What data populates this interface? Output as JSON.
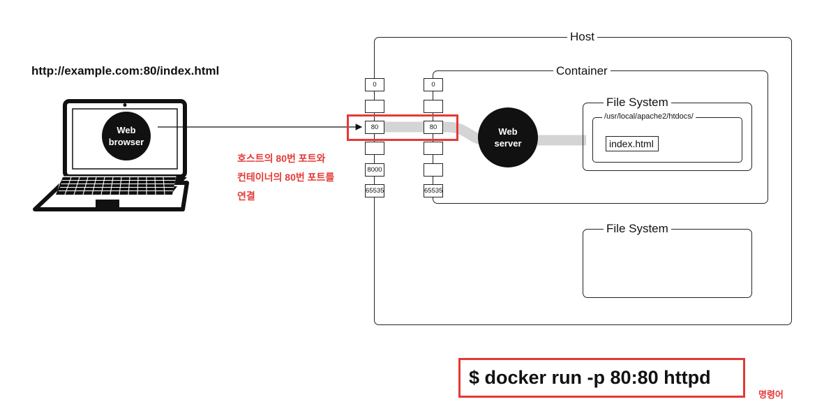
{
  "url_text": "http://example.com:80/index.html",
  "laptop": {
    "circle_label": "Web browser"
  },
  "annotation": {
    "line1": "호스트의 80번 포트와",
    "line2": "컨테이너의 80번 포트를",
    "line3": "연결"
  },
  "host": {
    "label": "Host",
    "ports": [
      "0",
      "",
      "80",
      "",
      "8000",
      "65535"
    ]
  },
  "container": {
    "label": "Container",
    "ports": [
      "0",
      "",
      "80",
      "",
      "",
      "65535"
    ],
    "web_server_label": "Web server",
    "file_system": {
      "label": "File System",
      "path": "/usr/local/apache2/htdocs/",
      "file": "index.html"
    }
  },
  "host_file_system": {
    "label": "File System"
  },
  "command": {
    "text": "$ docker run  -p 80:80 httpd",
    "note": "명령어"
  },
  "colors": {
    "highlight": "#e53935",
    "ink": "#111111",
    "pipe": "#d4d4d4"
  }
}
